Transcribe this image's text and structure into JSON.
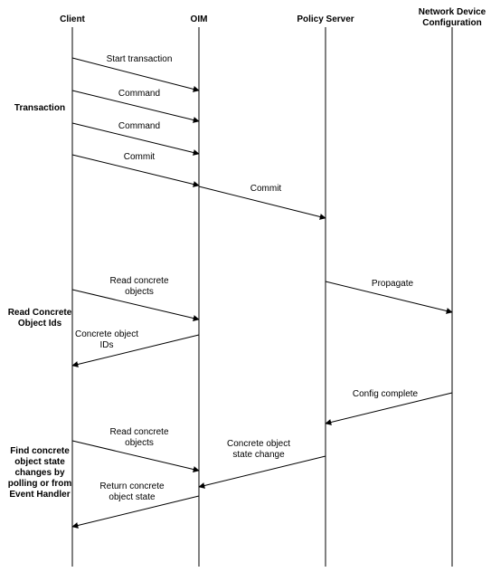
{
  "participants": [
    {
      "key": "client",
      "label": "Client"
    },
    {
      "key": "oim",
      "label": "OIM"
    },
    {
      "key": "policy",
      "label": "Policy Server"
    },
    {
      "key": "netdev",
      "label": "Network Device Configuration",
      "lines": [
        "Network Device",
        "Configuration"
      ]
    }
  ],
  "phases": [
    {
      "key": "transaction",
      "lines": [
        "Transaction"
      ]
    },
    {
      "key": "read-concrete-object-ids",
      "lines": [
        "Read Concrete",
        "Object Ids"
      ]
    },
    {
      "key": "find-concrete-object-state-changes",
      "lines": [
        "Find concrete",
        "object state",
        "changes by",
        "polling or from",
        "Event Handler"
      ]
    }
  ],
  "messages": [
    {
      "key": "start-transaction",
      "from": "client",
      "to": "oim",
      "lines": [
        "Start transaction"
      ]
    },
    {
      "key": "command-1",
      "from": "client",
      "to": "oim",
      "lines": [
        "Command"
      ]
    },
    {
      "key": "command-2",
      "from": "client",
      "to": "oim",
      "lines": [
        "Command"
      ]
    },
    {
      "key": "commit-client",
      "from": "client",
      "to": "oim",
      "lines": [
        "Commit"
      ]
    },
    {
      "key": "commit-oim",
      "from": "oim",
      "to": "policy",
      "lines": [
        "Commit"
      ]
    },
    {
      "key": "read-concrete-objects-1",
      "from": "client",
      "to": "oim",
      "lines": [
        "Read concrete",
        "objects"
      ]
    },
    {
      "key": "propagate",
      "from": "policy",
      "to": "netdev",
      "lines": [
        "Propagate"
      ]
    },
    {
      "key": "concrete-object-ids",
      "from": "oim",
      "to": "client",
      "lines": [
        "Concrete object",
        "IDs"
      ]
    },
    {
      "key": "config-complete",
      "from": "netdev",
      "to": "policy",
      "lines": [
        "Config complete"
      ]
    },
    {
      "key": "read-concrete-objects-2",
      "from": "client",
      "to": "oim",
      "lines": [
        "Read concrete",
        "objects"
      ]
    },
    {
      "key": "concrete-object-state-change",
      "from": "policy",
      "to": "oim",
      "lines": [
        "Concrete object",
        "state change"
      ]
    },
    {
      "key": "return-concrete-object-state",
      "from": "oim",
      "to": "client",
      "lines": [
        "Return concrete",
        "object state"
      ]
    }
  ]
}
